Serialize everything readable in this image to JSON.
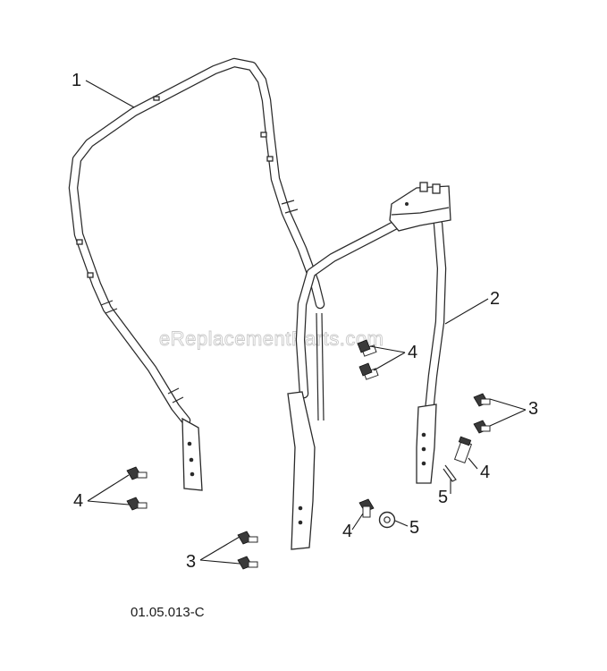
{
  "diagram_code": "01.05.013-C",
  "watermark": "eReplacementParts.com",
  "callouts": [
    {
      "id": "c1",
      "label": "1"
    },
    {
      "id": "c2",
      "label": "2"
    },
    {
      "id": "c3a",
      "label": "3"
    },
    {
      "id": "c3b",
      "label": "3"
    },
    {
      "id": "c4a",
      "label": "4"
    },
    {
      "id": "c4b",
      "label": "4"
    },
    {
      "id": "c4c",
      "label": "4"
    },
    {
      "id": "c4d",
      "label": "4"
    },
    {
      "id": "c5a",
      "label": "5"
    },
    {
      "id": "c5b",
      "label": "5"
    }
  ],
  "colors": {
    "line": "#2a2a2a",
    "watermark": "#c9c9c9"
  }
}
